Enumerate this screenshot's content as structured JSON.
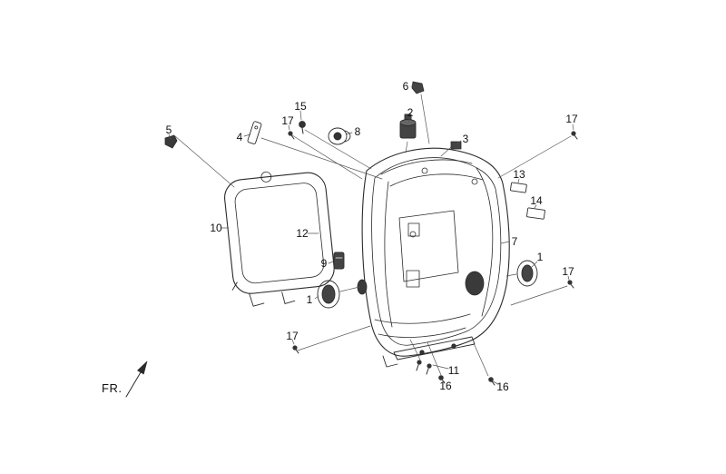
{
  "page": {
    "background_color": "#ffffff",
    "line_color": "#2b2b2b",
    "text_color": "#111111"
  },
  "callouts": [
    {
      "text": "6"
    },
    {
      "text": "15"
    },
    {
      "text": "17"
    },
    {
      "text": "2"
    },
    {
      "text": "8"
    },
    {
      "text": "17"
    },
    {
      "text": "5"
    },
    {
      "text": "4"
    },
    {
      "text": "3"
    },
    {
      "text": "13"
    },
    {
      "text": "14"
    },
    {
      "text": "10"
    },
    {
      "text": "12"
    },
    {
      "text": "7"
    },
    {
      "text": "9"
    },
    {
      "text": "1"
    },
    {
      "text": "17"
    },
    {
      "text": "1"
    },
    {
      "text": "17"
    },
    {
      "text": "11"
    },
    {
      "text": "16"
    },
    {
      "text": "16"
    }
  ],
  "direction": {
    "label": "FR."
  }
}
